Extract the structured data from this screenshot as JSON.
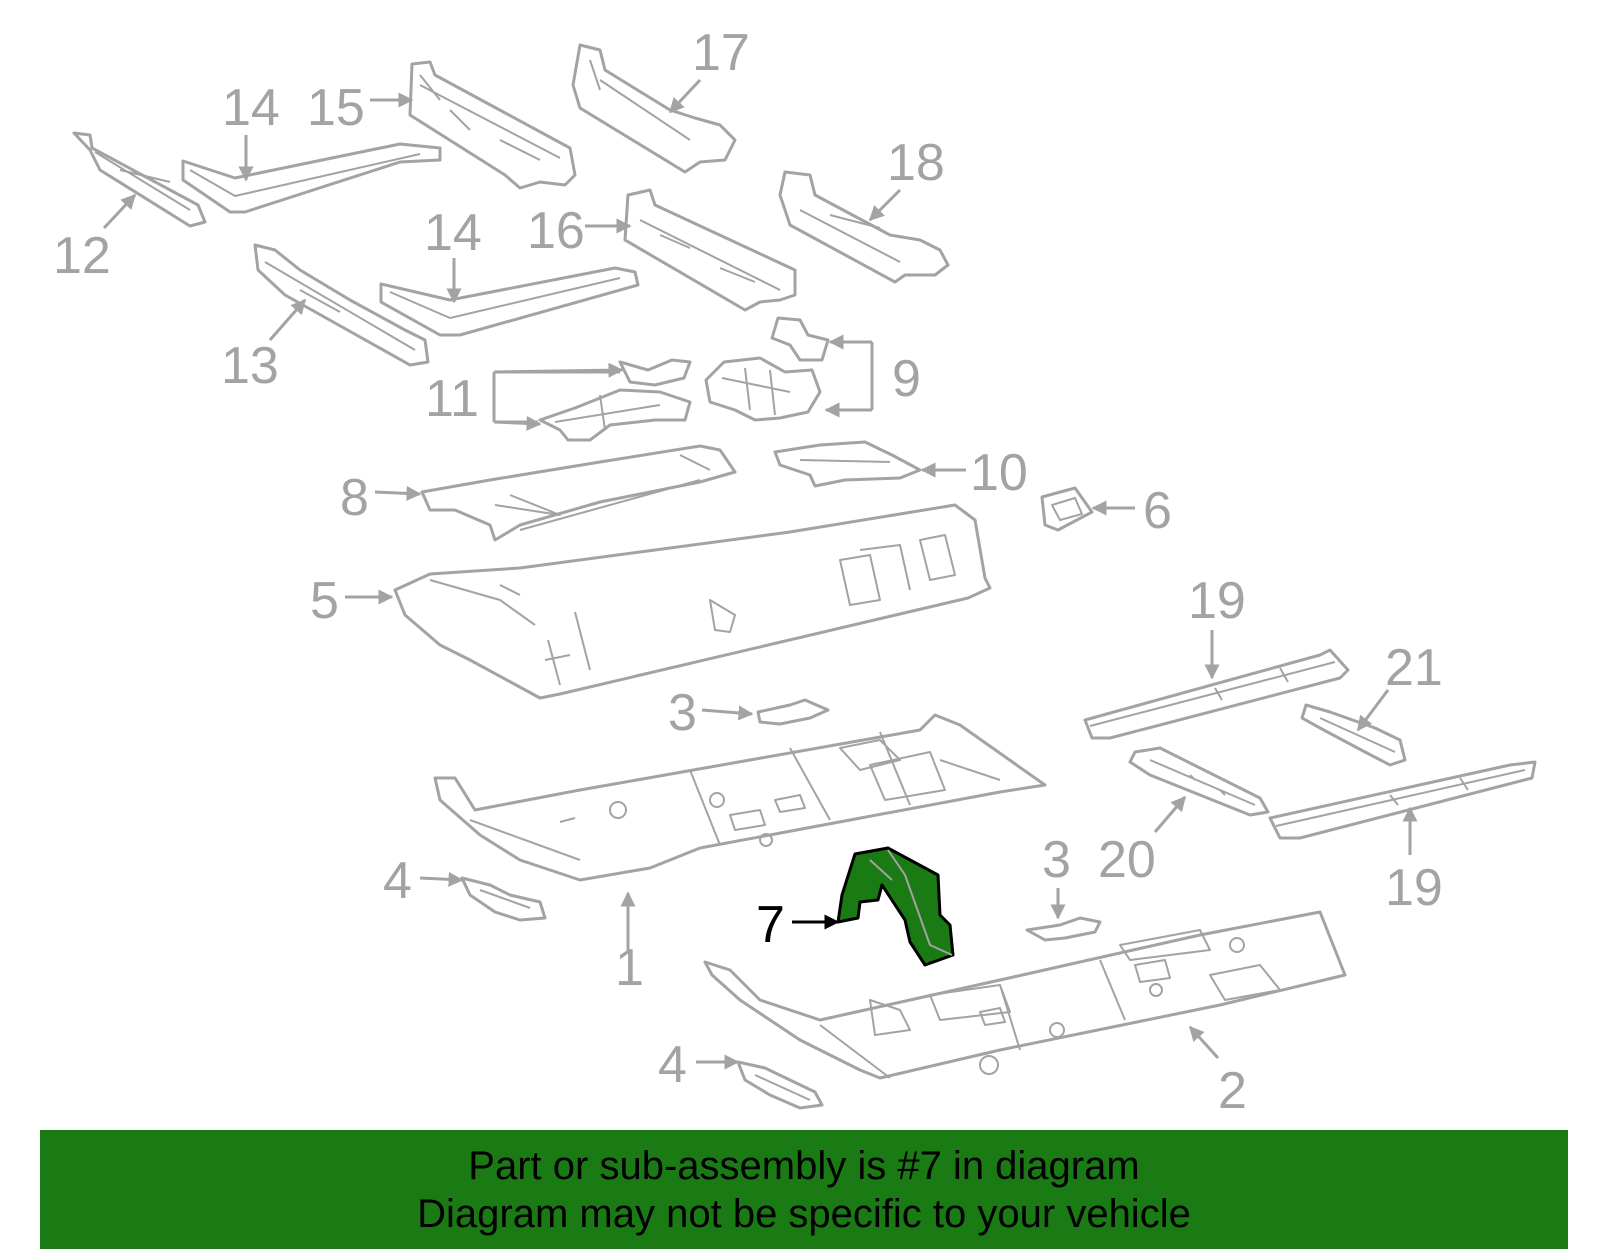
{
  "diagram": {
    "callouts": [
      {
        "id": "c1",
        "label": "1"
      },
      {
        "id": "c2",
        "label": "2"
      },
      {
        "id": "c3a",
        "label": "3"
      },
      {
        "id": "c3b",
        "label": "3"
      },
      {
        "id": "c4a",
        "label": "4"
      },
      {
        "id": "c4b",
        "label": "4"
      },
      {
        "id": "c5",
        "label": "5"
      },
      {
        "id": "c6",
        "label": "6"
      },
      {
        "id": "c7",
        "label": "7"
      },
      {
        "id": "c8",
        "label": "8"
      },
      {
        "id": "c9",
        "label": "9"
      },
      {
        "id": "c10",
        "label": "10"
      },
      {
        "id": "c11",
        "label": "11"
      },
      {
        "id": "c12",
        "label": "12"
      },
      {
        "id": "c13",
        "label": "13"
      },
      {
        "id": "c14a",
        "label": "14"
      },
      {
        "id": "c14b",
        "label": "14"
      },
      {
        "id": "c15",
        "label": "15"
      },
      {
        "id": "c16",
        "label": "16"
      },
      {
        "id": "c17",
        "label": "17"
      },
      {
        "id": "c18",
        "label": "18"
      },
      {
        "id": "c19a",
        "label": "19"
      },
      {
        "id": "c19b",
        "label": "19"
      },
      {
        "id": "c20",
        "label": "20"
      },
      {
        "id": "c21",
        "label": "21"
      }
    ],
    "highlighted_part": "7",
    "colors": {
      "part_outline": "#a3a3a3",
      "highlight_fill": "#1a7a14",
      "highlight_outline": "#000000",
      "banner_background": "#1a7a14"
    }
  },
  "banner": {
    "line1": "Part or sub-assembly is #7 in diagram",
    "line2": "Diagram may not be specific to your vehicle"
  }
}
